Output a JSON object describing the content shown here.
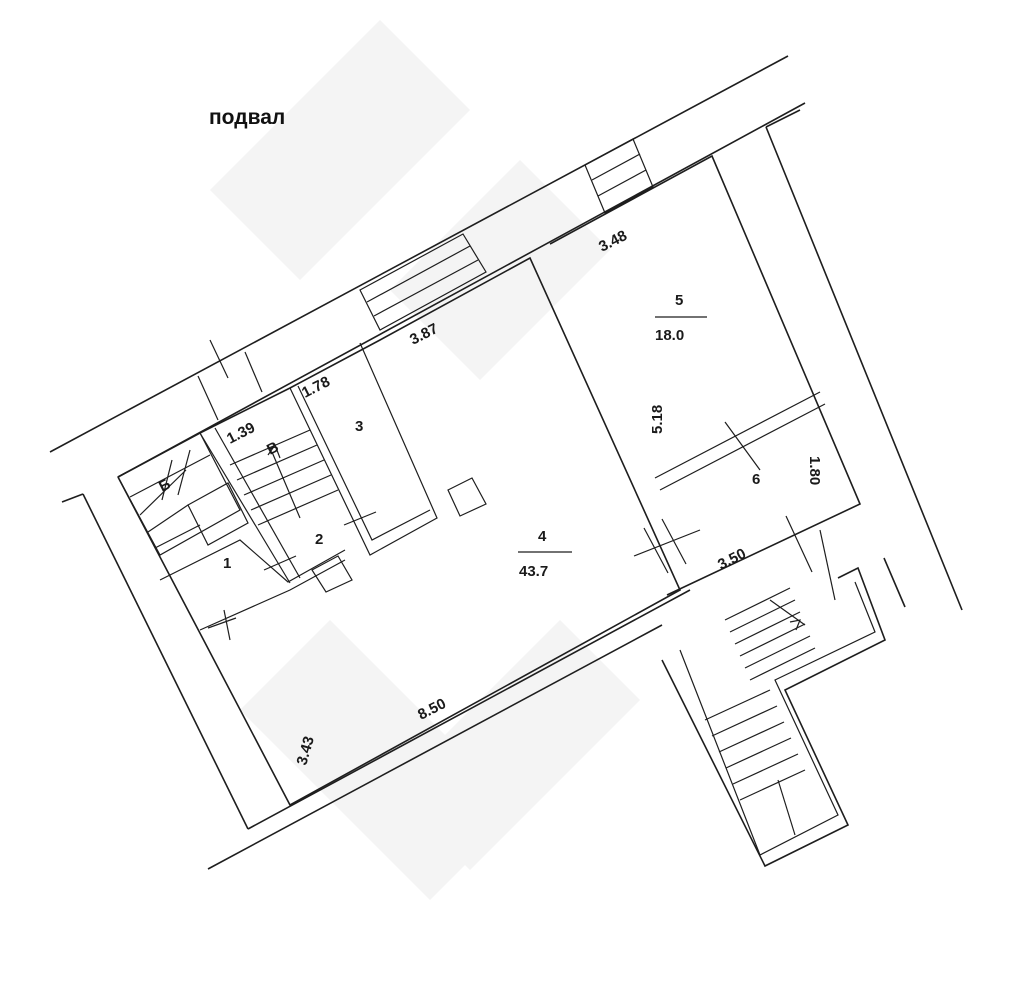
{
  "title": "подвал",
  "rooms": [
    {
      "number": "1",
      "area": ""
    },
    {
      "number": "2",
      "area": ""
    },
    {
      "number": "3",
      "area": ""
    },
    {
      "number": "4",
      "area": "43.7"
    },
    {
      "number": "5",
      "area": "18.0"
    },
    {
      "number": "6",
      "area": ""
    }
  ],
  "dimensions": {
    "room5_top": "3.48",
    "room5_side": "5.18",
    "room4_top": "3.87",
    "room3_top": "1.78",
    "stair_width": "1.39",
    "room4_bottom": "8.50",
    "room4_side": "3.43",
    "room6_bottom": "3.50",
    "room6_side": "1.80"
  },
  "stair_marks": {
    "left": "Б",
    "middle": "В"
  },
  "colors": {
    "lines": "#1e1e1e",
    "background": "#ffffff",
    "watermark": "#f3f3f3"
  }
}
